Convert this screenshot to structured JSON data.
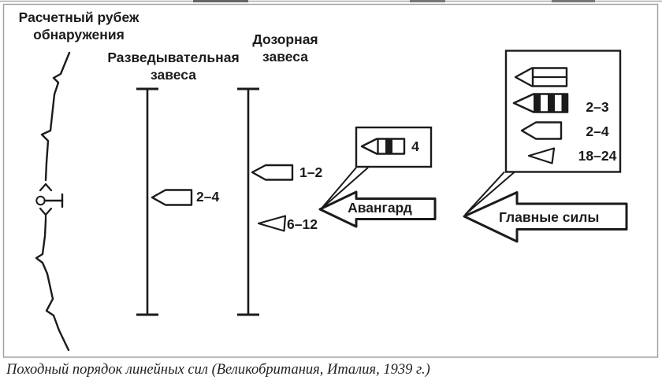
{
  "colors": {
    "ink": "#1b1b1b",
    "frame_border": "#9e9e9e",
    "background": "#ffffff"
  },
  "header_labels": {
    "detection_line_1": "Расчетный рубеж",
    "detection_line_2": "обнаружения",
    "recon_screen_line_1": "Разведывательная",
    "recon_screen_line_2": "завеса",
    "patrol_screen_line_1": "Дозорная",
    "patrol_screen_line_2": "завеса"
  },
  "counts": {
    "recon_screen_ships": "2–4",
    "patrol_screen_ship": "1–2",
    "patrol_screen_destroyers": "6–12",
    "vanguard_box_ships": "4"
  },
  "formations": {
    "vanguard": "Авангард",
    "main_forces": "Главные силы"
  },
  "legend": {
    "items": [
      {
        "icon": "battleship-symbol",
        "count": ""
      },
      {
        "icon": "hatched-ship-symbol",
        "count": "2–3"
      },
      {
        "icon": "cruiser-symbol",
        "count": "2–4"
      },
      {
        "icon": "destroyer-triangle-symbol",
        "count": "18–24"
      }
    ]
  },
  "caption": "Походный порядок линейных сил (Великобритания, Италия, 1939 г.)"
}
